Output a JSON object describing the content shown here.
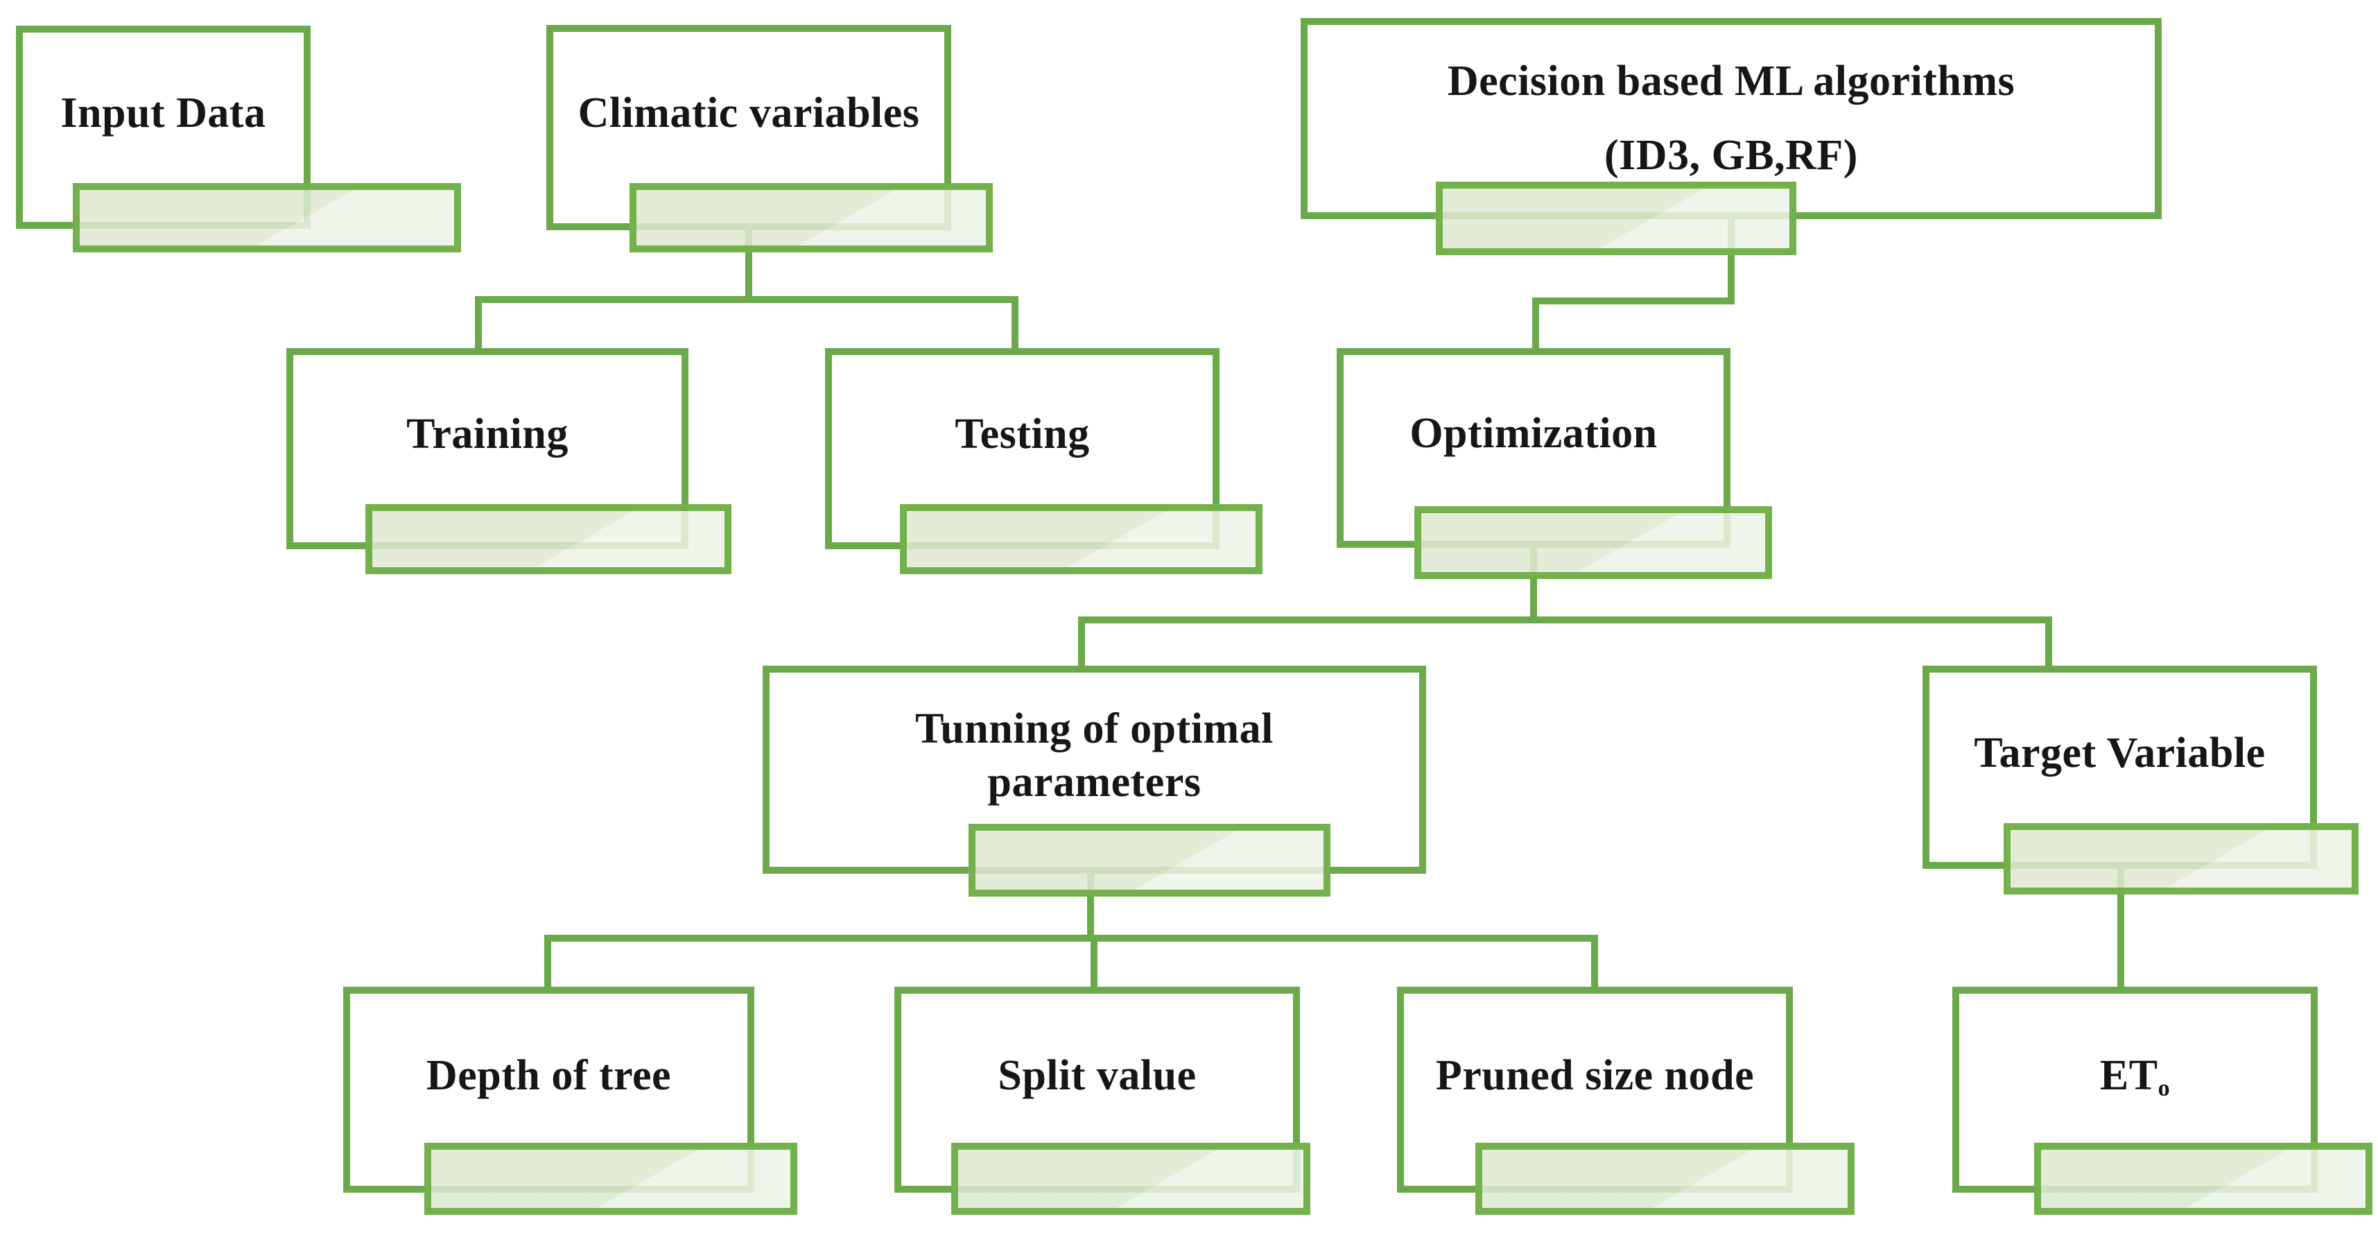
{
  "figure": {
    "type": "flowchart",
    "description": "Decision-based machine learning workflow diagram",
    "colors": {
      "box_border": "#6aaa4b",
      "shadow_border": "#72b14c",
      "shadow_fill_top": "#dfe9d2",
      "shadow_fill_bottom": "#ecf3e6",
      "connector": "#6aaa4b",
      "text": "#161616",
      "bg": "#ffffff"
    },
    "nodes": [
      {
        "id": "input-data",
        "label": "Input Data"
      },
      {
        "id": "climatic-variables",
        "label": "Climatic variables"
      },
      {
        "id": "decision-ml",
        "label": "Decision based ML algorithms",
        "label_line2": "(ID3, GB,RF)"
      },
      {
        "id": "training",
        "label": "Training"
      },
      {
        "id": "testing",
        "label": "Testing"
      },
      {
        "id": "optimization",
        "label": "Optimization"
      },
      {
        "id": "tuning",
        "label": "Tunning of optimal parameters"
      },
      {
        "id": "target-variable",
        "label": "Target Variable"
      },
      {
        "id": "depth-of-tree",
        "label": "Depth of tree"
      },
      {
        "id": "split-value",
        "label": "Split value"
      },
      {
        "id": "pruned-size-node",
        "label": "Pruned size node"
      },
      {
        "id": "eto",
        "label": "ET",
        "subscript": "o"
      }
    ],
    "edges": [
      {
        "from": "climatic-variables",
        "to": "training"
      },
      {
        "from": "climatic-variables",
        "to": "testing"
      },
      {
        "from": "decision-ml",
        "to": "optimization"
      },
      {
        "from": "optimization",
        "to": "tuning"
      },
      {
        "from": "optimization",
        "to": "target-variable"
      },
      {
        "from": "tuning",
        "to": "depth-of-tree"
      },
      {
        "from": "tuning",
        "to": "split-value"
      },
      {
        "from": "tuning",
        "to": "pruned-size-node"
      },
      {
        "from": "target-variable",
        "to": "eto"
      }
    ]
  }
}
